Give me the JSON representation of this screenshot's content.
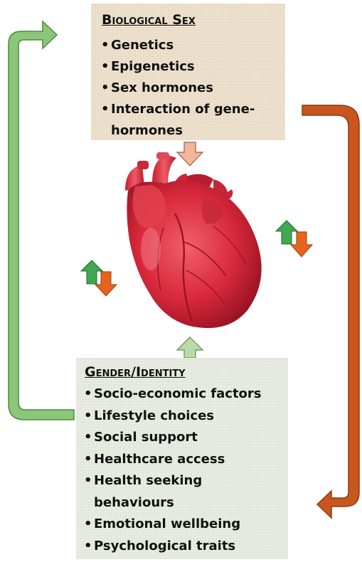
{
  "biological_sex": {
    "title": "Biological Sex",
    "items": [
      "Genetics",
      "Epigenetics",
      "Sex hormones",
      "Interaction of gene-",
      "hormones"
    ]
  },
  "gender_identity": {
    "title": "Gender/Identity",
    "items": [
      "Socio-economic factors",
      "Lifestyle choices",
      "Social support",
      "Healthcare access",
      "Health seeking",
      "behaviours",
      "Emotional wellbeing",
      "Psychological traits"
    ]
  },
  "colors": {
    "green_arrow": "#8cc67a",
    "orange_arrow": "#c4541e",
    "heart": "#d9283c",
    "bio_box": "#ede0cc",
    "gender_box": "#e8ebe2"
  }
}
